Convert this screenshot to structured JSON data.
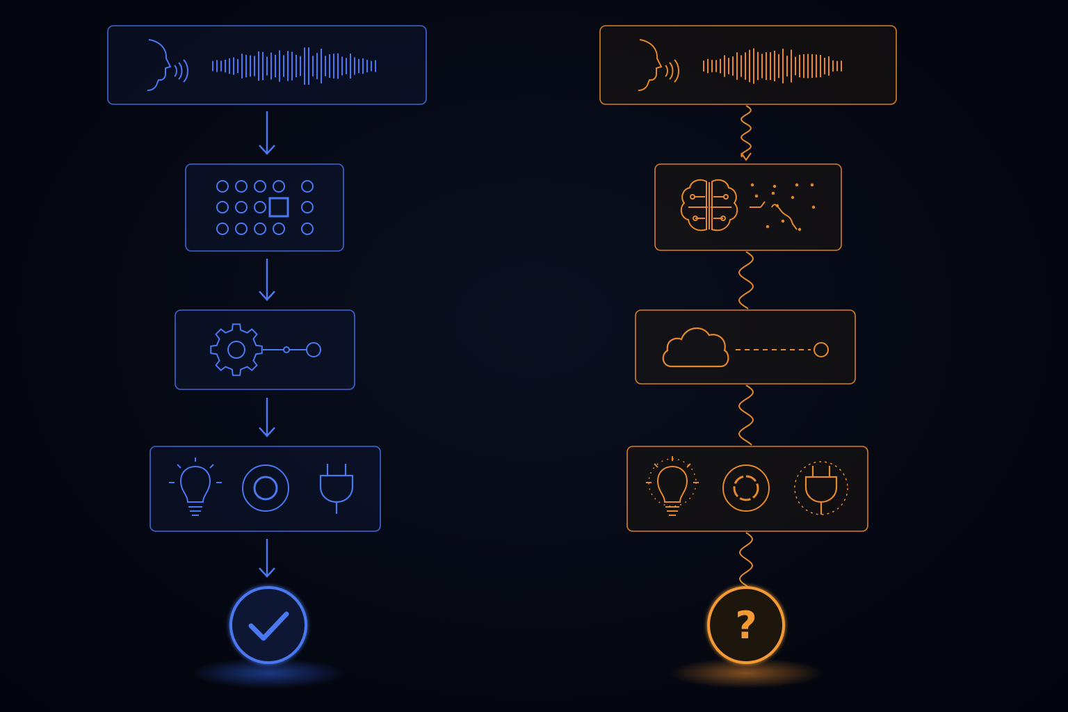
{
  "colors": {
    "left_accent": "#4a78f0",
    "right_accent": "#e5892c",
    "background": "#050812"
  },
  "left_pipeline": {
    "stages": [
      "speech-waveform",
      "keypad-grid",
      "gear-connector",
      "devices",
      "success"
    ],
    "connector": "straight-arrow",
    "result_icon": "check-icon"
  },
  "right_pipeline": {
    "stages": [
      "speech-waveform",
      "brain-network",
      "cloud-connector",
      "devices",
      "uncertain"
    ],
    "connector": "wavy-line",
    "result_text": "?"
  }
}
